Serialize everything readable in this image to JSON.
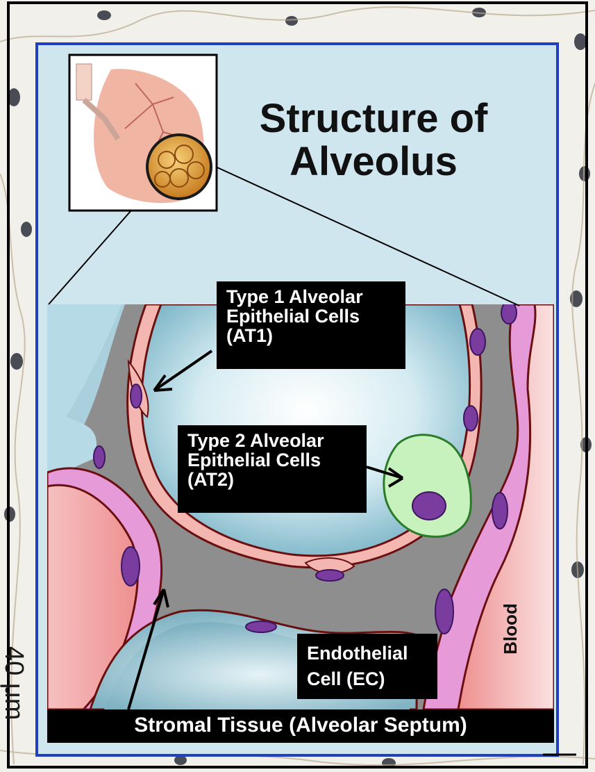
{
  "title": {
    "line1": "Structure of",
    "line2": "Alveolus"
  },
  "labels": {
    "at1": "Type 1 Alveolar\nEpithelial Cells\n(AT1)",
    "at2": "Type 2 Alveolar\nEpithelial Cells\n(AT2)",
    "ec": "Endothelial\nCell (EC)",
    "stroma": "Stromal Tissue (Alveolar Septum)",
    "blood": "Blood"
  },
  "scale_bar": {
    "text": "40 μm"
  },
  "colors": {
    "panel_bg": "#cfe6ee",
    "panel_border": "#1f3fbf",
    "alveolar_space": "#bcdde7",
    "septum": "#8e8e8e",
    "epithelium": "#f4b6b0",
    "cell_outline": "#6a0f0f",
    "nucleus": "#7a3c9e",
    "at2_cell": "#c8f2bd",
    "blood": "#f29d9d",
    "endothelium": "#e69ad8",
    "label_bg": "#000000",
    "label_text": "#ffffff"
  }
}
